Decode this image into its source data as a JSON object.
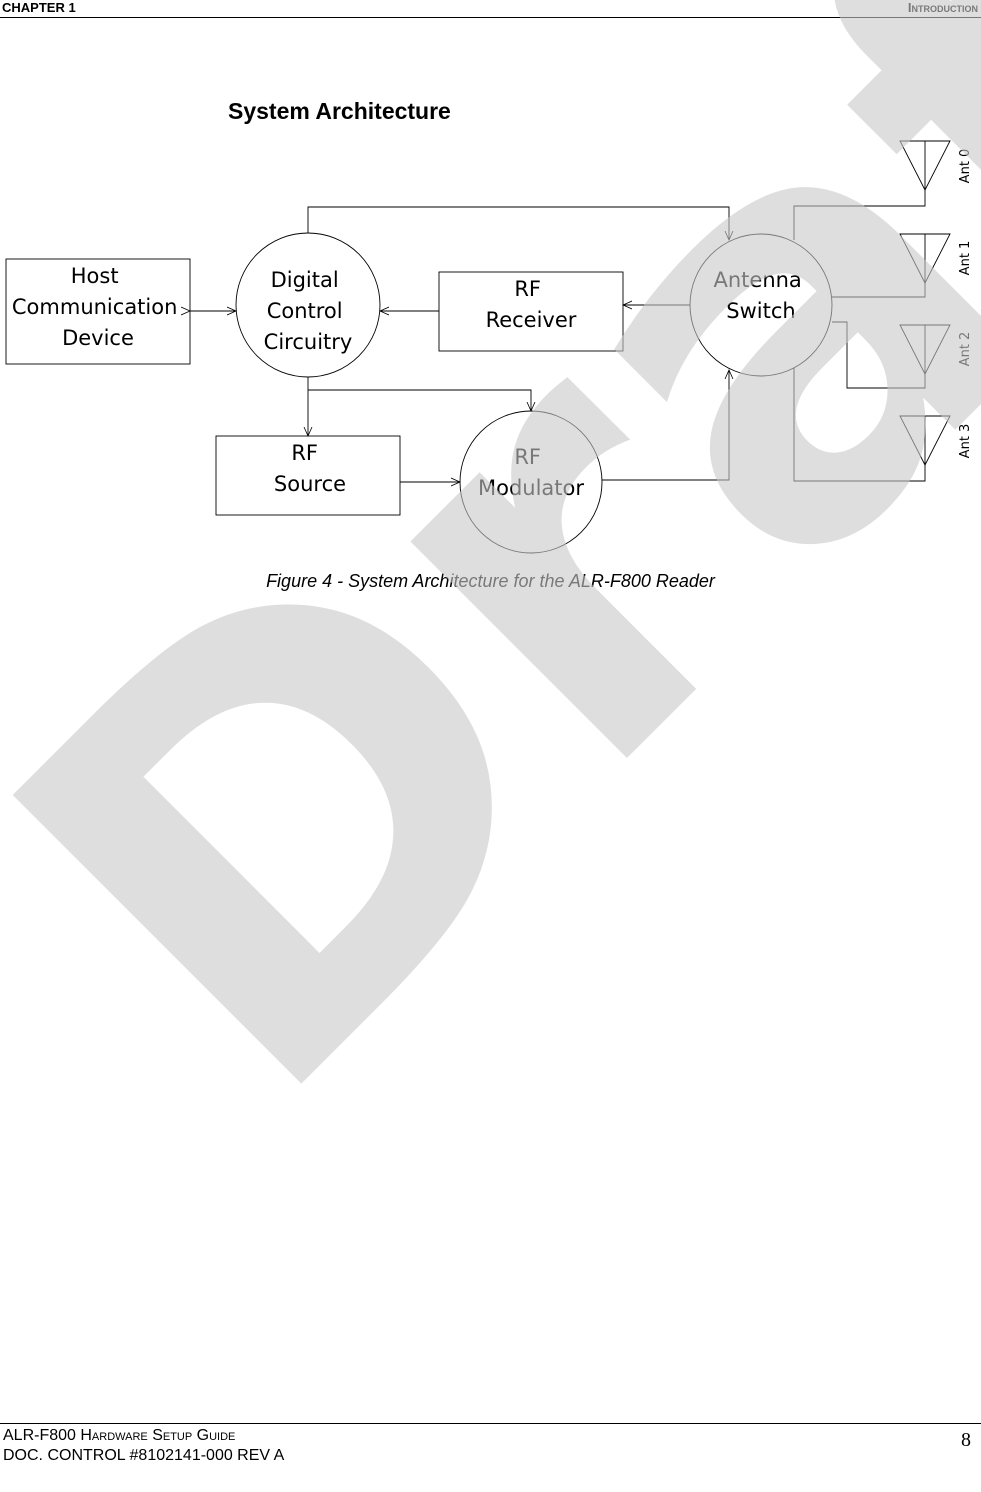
{
  "header": {
    "chapter": "CHAPTER 1",
    "section": "Introduction"
  },
  "section_title": "System Architecture",
  "diagram": {
    "nodes": {
      "host": [
        "Host",
        "Communication",
        "Device"
      ],
      "digital_control": [
        "Digital",
        "Control",
        "Circuitry"
      ],
      "rf_receiver": [
        "RF",
        "Receiver"
      ],
      "antenna_switch": [
        "Antenna",
        "Switch"
      ],
      "rf_source": [
        "RF",
        "Source"
      ],
      "rf_modulator": [
        "RF",
        "Modulator"
      ]
    },
    "antennas": [
      "Ant 0",
      "Ant 1",
      "Ant 2",
      "Ant 3"
    ]
  },
  "caption": "Figure 4 - System Architecture for the ALR-F800 Reader",
  "watermark": "Draft",
  "footer": {
    "title_prefix": "ALR-F800 ",
    "title_sc": "Hardware Setup Guide",
    "doc_control": "DOC. CONTROL  #8102141-000 REV A",
    "page_number": "8"
  }
}
